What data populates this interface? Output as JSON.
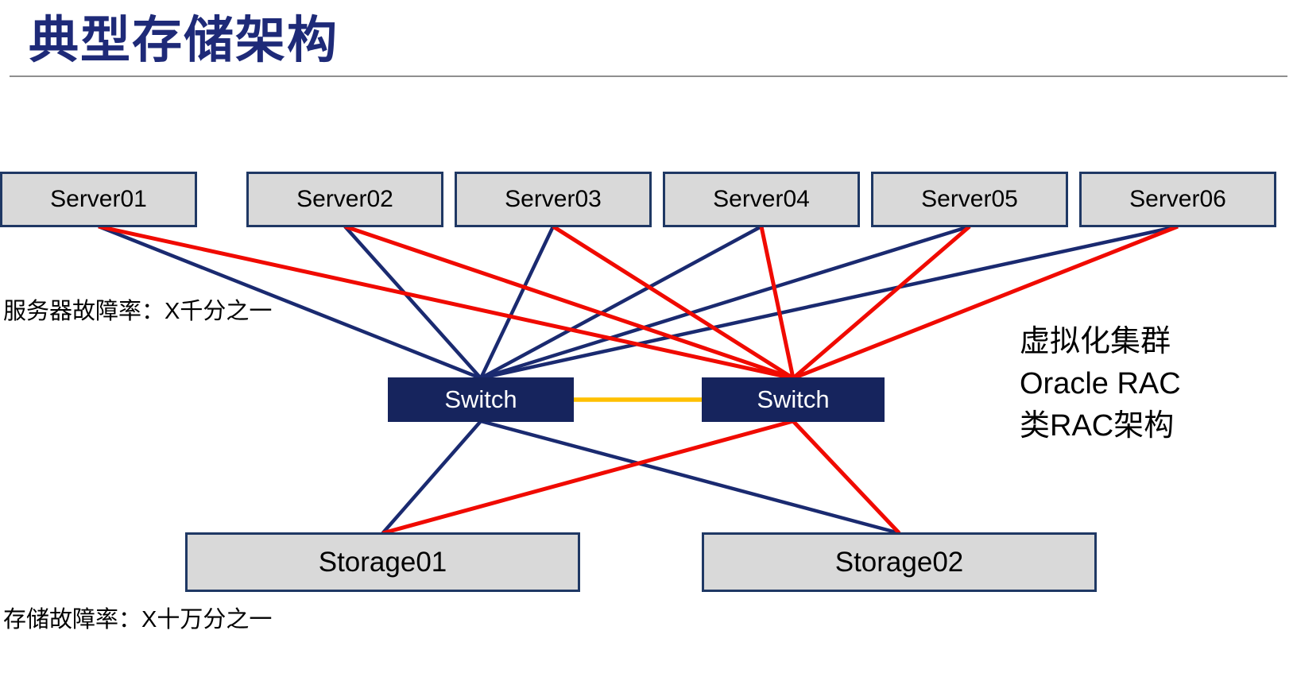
{
  "title": "典型存储架构",
  "annotations": {
    "server_failure_rate": "服务器故障率：X千分之一",
    "storage_failure_rate": "存储故障率：X十万分之一",
    "cluster_note_lines": [
      "虚拟化集群",
      "Oracle RAC",
      "类RAC架构"
    ]
  },
  "nodes": {
    "servers": [
      {
        "id": "server-1",
        "label": "Server01"
      },
      {
        "id": "server-2",
        "label": "Server02"
      },
      {
        "id": "server-3",
        "label": "Server03"
      },
      {
        "id": "server-4",
        "label": "Server04"
      },
      {
        "id": "server-5",
        "label": "Server05"
      },
      {
        "id": "server-6",
        "label": "Server06"
      }
    ],
    "switches": [
      {
        "id": "switch-1",
        "label": "Switch"
      },
      {
        "id": "switch-2",
        "label": "Switch"
      }
    ],
    "storages": [
      {
        "id": "storage-1",
        "label": "Storage01"
      },
      {
        "id": "storage-2",
        "label": "Storage02"
      }
    ]
  },
  "connections": [
    {
      "from": "server-1",
      "to": "switch-1",
      "color": "navy"
    },
    {
      "from": "server-2",
      "to": "switch-1",
      "color": "navy"
    },
    {
      "from": "server-3",
      "to": "switch-1",
      "color": "navy"
    },
    {
      "from": "server-4",
      "to": "switch-1",
      "color": "navy"
    },
    {
      "from": "server-5",
      "to": "switch-1",
      "color": "navy"
    },
    {
      "from": "server-6",
      "to": "switch-1",
      "color": "navy"
    },
    {
      "from": "switch-1",
      "to": "storage-1",
      "color": "navy"
    },
    {
      "from": "switch-1",
      "to": "storage-2",
      "color": "navy"
    },
    {
      "from": "server-1",
      "to": "switch-2",
      "color": "red"
    },
    {
      "from": "server-2",
      "to": "switch-2",
      "color": "red"
    },
    {
      "from": "server-3",
      "to": "switch-2",
      "color": "red"
    },
    {
      "from": "server-4",
      "to": "switch-2",
      "color": "red"
    },
    {
      "from": "server-5",
      "to": "switch-2",
      "color": "red"
    },
    {
      "from": "server-6",
      "to": "switch-2",
      "color": "red"
    },
    {
      "from": "switch-2",
      "to": "storage-1",
      "color": "red"
    },
    {
      "from": "switch-2",
      "to": "storage-2",
      "color": "red"
    },
    {
      "from": "switch-1",
      "to": "switch-2",
      "color": "orange",
      "type": "horizontal"
    }
  ],
  "colors": {
    "title": "#1e2a78",
    "navy": "#1a2a70",
    "red": "#f00a00",
    "orange": "#ffc000",
    "box_fill": "#d9d9d9",
    "box_border": "#1f3864",
    "switch_fill": "#16245d",
    "rule_gray": "#8f8f8f"
  }
}
